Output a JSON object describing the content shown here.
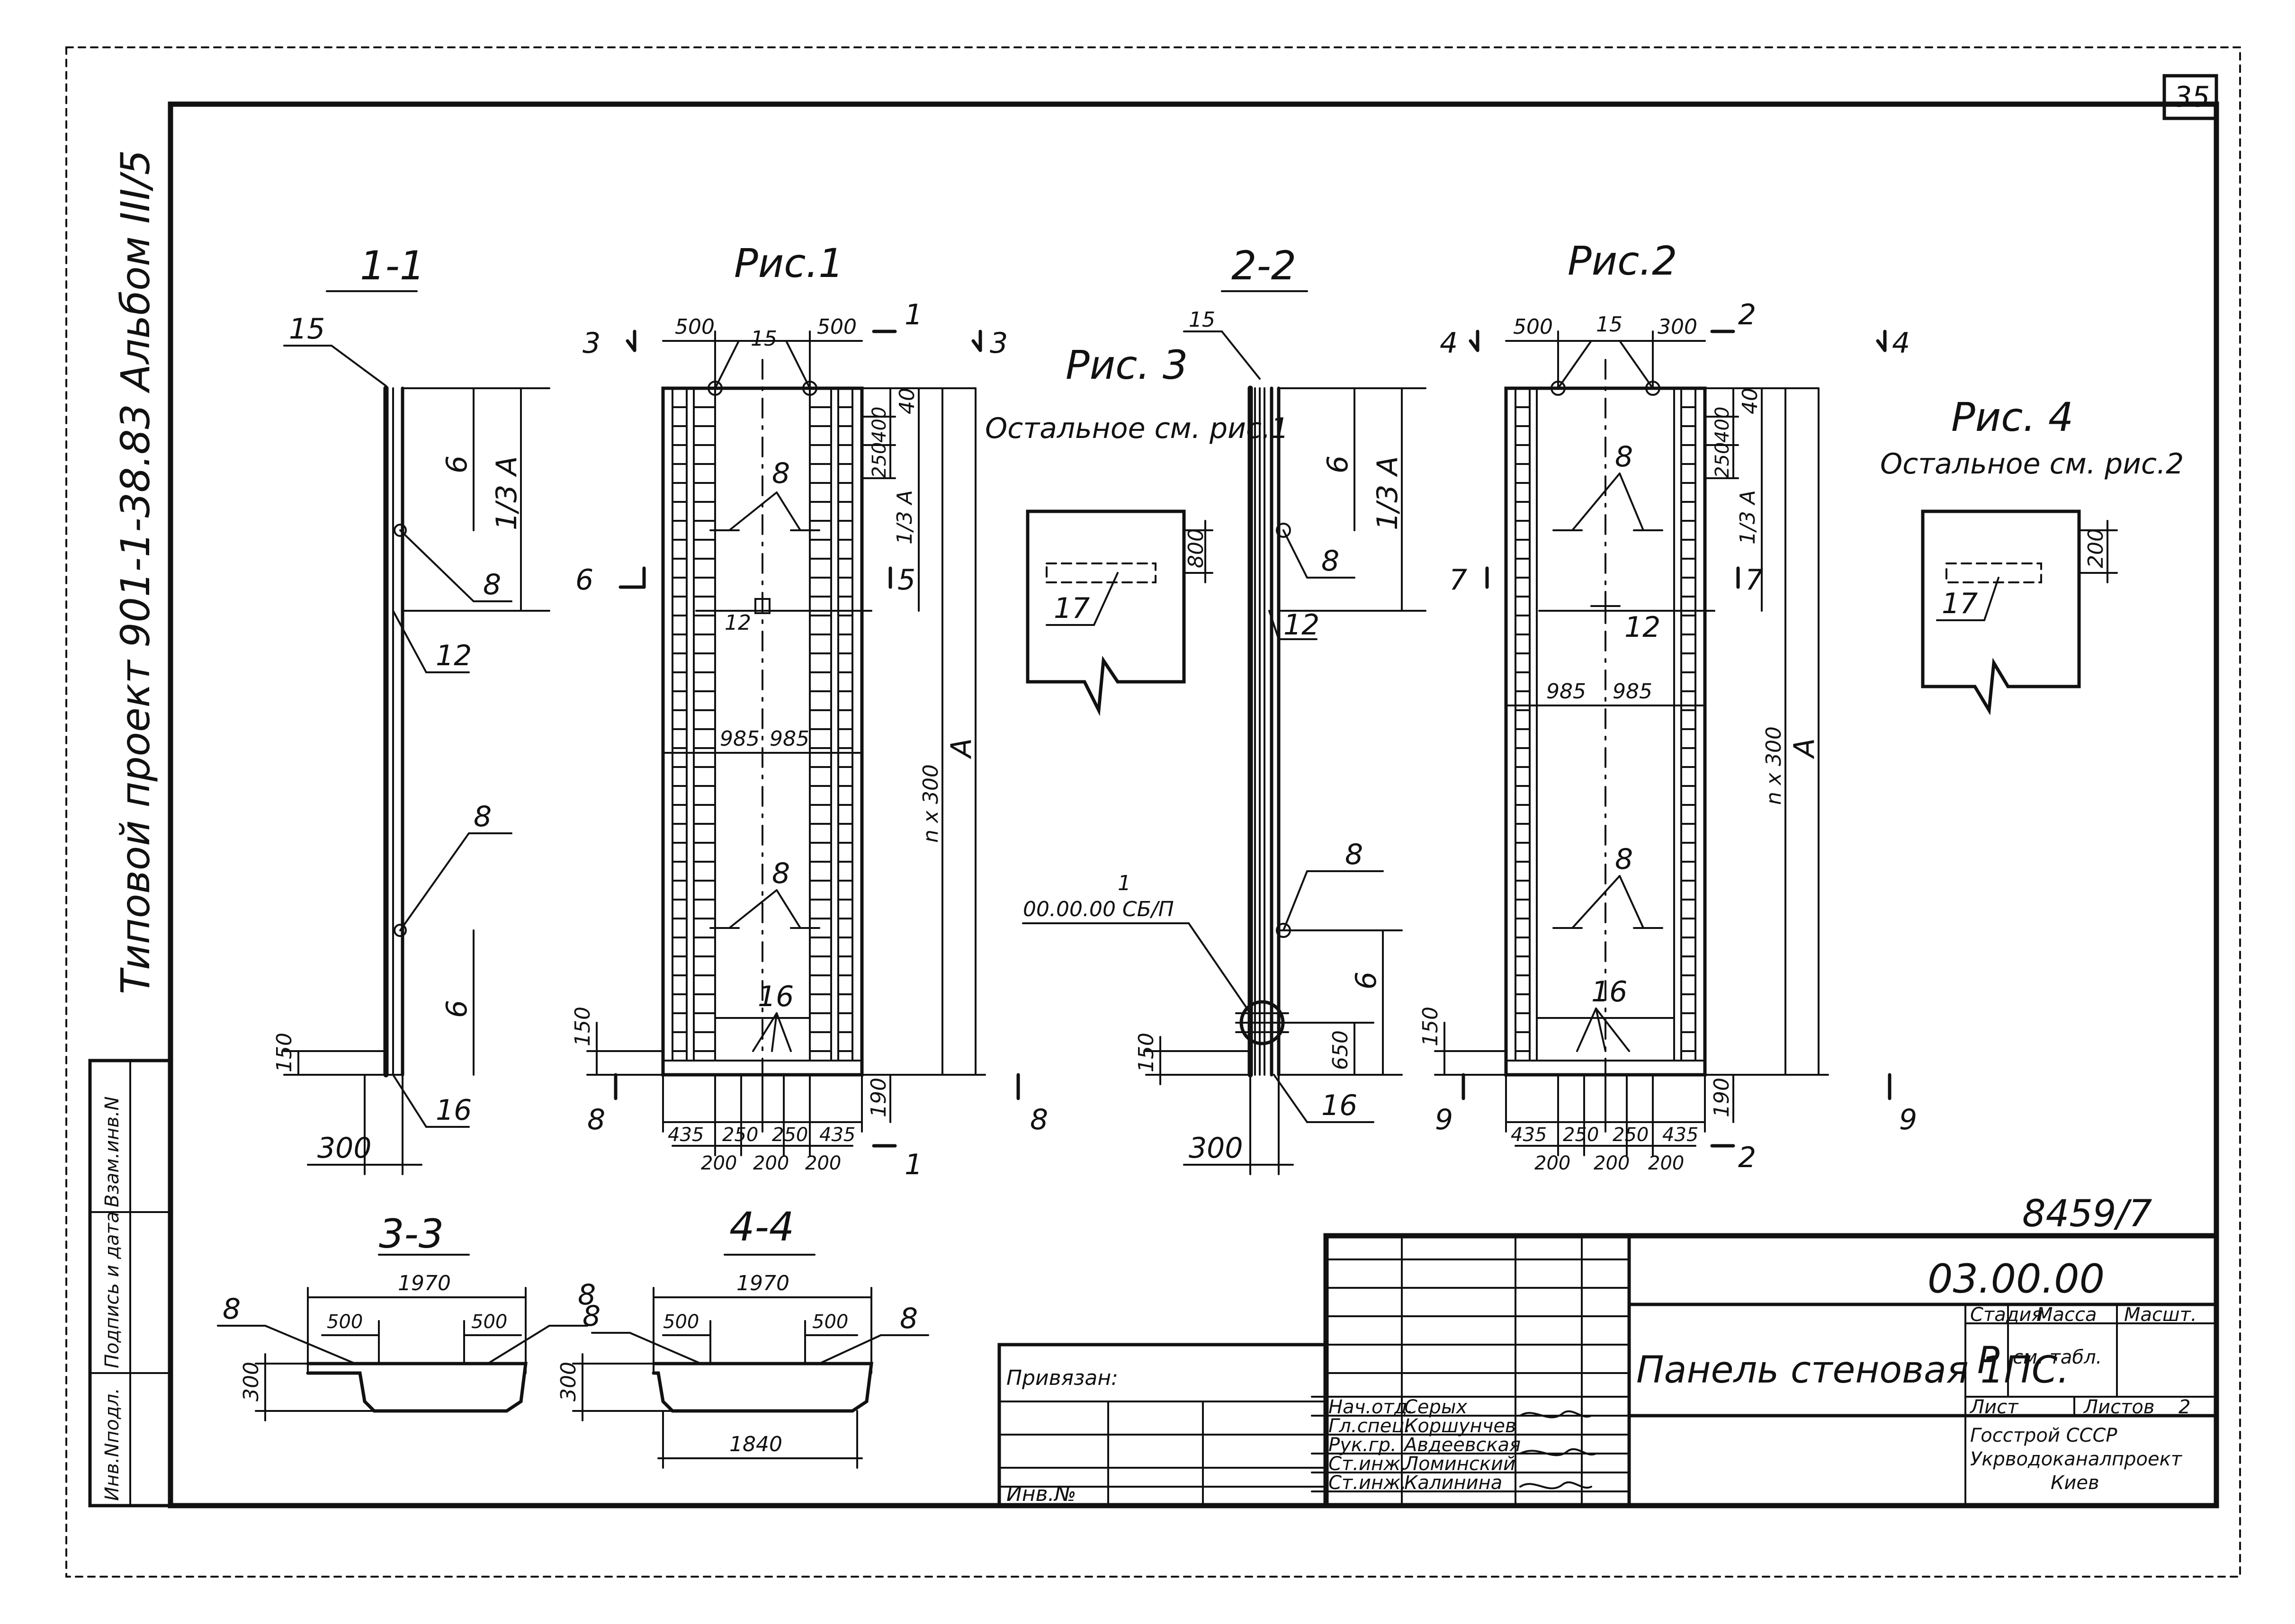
{
  "sheet": {
    "sheet_number": "35",
    "archive_number": "8459/7",
    "side_title": "Типовой проект 901-1-38.83 Альбом III/5",
    "stamp_column": [
      "Инв.Nподл.",
      "Подпись и дата",
      "Взам.инв.N"
    ]
  },
  "title_block": {
    "code": "03.00.00",
    "name": "Панель стеновая 1ПС.",
    "stage_label": "Стадия",
    "stage_value": "Р",
    "mass_label": "Масса",
    "scale_label": "Масшт.",
    "scale_value": "см. табл.",
    "sheet_label": "Лист",
    "sheets_label": "Листов",
    "sheets_value": "2",
    "org_line1": "Госстрой СССР",
    "org_line2": "Укрводоканалпроект",
    "org_line3": "Киев",
    "binding_label": "Привязан:",
    "inv_label": "Инв.№",
    "staff": [
      {
        "role": "Нач.отд.",
        "name": "Серых"
      },
      {
        "role": "Гл.спец.",
        "name": "Коршунчев"
      },
      {
        "role": "Рук.гр.",
        "name": "Авдеевская"
      },
      {
        "role": "Ст.инж.",
        "name": "Ломинский"
      },
      {
        "role": "Ст.инж.",
        "name": "Калинина"
      }
    ]
  },
  "views": {
    "sec_1_1": {
      "title": "1-1",
      "labels": {
        "l15": "15",
        "l8a": "8",
        "l12": "12",
        "l8b": "8",
        "l16": "16"
      },
      "dims": {
        "d6a": "6",
        "d13a": "1/3 A",
        "d6b": "6",
        "d150": "150",
        "d300": "300"
      }
    },
    "fig_1": {
      "title": "Рис.1",
      "cuts": {
        "c3a": "3",
        "c3b": "3",
        "c1a": "1",
        "c1b": "1",
        "c6": "6",
        "c5": "5",
        "c8a": "8",
        "c8b": "8"
      },
      "labels": {
        "l15": "15",
        "l8a": "8",
        "l12": "12",
        "l8b": "8",
        "l16": "16"
      },
      "dims": {
        "d500a": "500",
        "d500b": "500",
        "d40": "40",
        "d400": "400",
        "d250": "250",
        "d13a": "1/3 A",
        "d985a": "985",
        "d985b": "985",
        "dn300": "n x 300",
        "dA": "A",
        "d150": "150",
        "b435a": "435",
        "b250a": "250",
        "b250b": "250",
        "b435b": "435",
        "b200a": "200",
        "b200b": "200",
        "b200c": "200",
        "d190": "190"
      }
    },
    "fig_3": {
      "title": "Рис. 3",
      "note": "Остальное см. рис.1",
      "labels": {
        "l17": "17"
      },
      "dims": {
        "d800": "800"
      }
    },
    "sec_2_2": {
      "title": "2-2",
      "labels": {
        "l15": "15",
        "l8a": "8",
        "l12": "12",
        "l8b": "8",
        "l1": "1",
        "ref": "00.00.00 СБ/П",
        "l16": "16"
      },
      "dims": {
        "d6a": "6",
        "d13a": "1/3 A",
        "d6b": "6",
        "d650": "650",
        "d150": "150",
        "d300": "300"
      }
    },
    "fig_2": {
      "title": "Рис.2",
      "cuts": {
        "c4a": "4",
        "c4b": "4",
        "c2a": "2",
        "c2b": "2",
        "c7a": "7",
        "c7b": "7",
        "c9a": "9",
        "c9b": "9"
      },
      "labels": {
        "l15": "15",
        "l8a": "8",
        "l12": "12",
        "l8b": "8",
        "l16": "16"
      },
      "dims": {
        "d500": "500",
        "d300": "300",
        "d40": "40",
        "d400": "400",
        "d250": "250",
        "d13a": "1/3 A",
        "d985a": "985",
        "d985b": "985",
        "dn300": "n x 300",
        "dA": "A",
        "d150": "150",
        "b435a": "435",
        "b250a": "250",
        "b250b": "250",
        "b435b": "435",
        "b200a": "200",
        "b200b": "200",
        "b200c": "200",
        "d190": "190"
      }
    },
    "fig_4": {
      "title": "Рис. 4",
      "note": "Остальное см. рис.2",
      "labels": {
        "l17": "17"
      },
      "dims": {
        "d200": "200"
      }
    },
    "sec_3_3": {
      "title": "3-3",
      "labels": {
        "l8a": "8",
        "l8b": "8"
      },
      "dims": {
        "d1970": "1970",
        "d500a": "500",
        "d500b": "500",
        "d300": "300"
      }
    },
    "sec_4_4": {
      "title": "4-4",
      "labels": {
        "l8a": "8",
        "l8b": "8"
      },
      "dims": {
        "d1970": "1970",
        "d500a": "500",
        "d500b": "500",
        "d300": "300",
        "d1840": "1840"
      }
    }
  }
}
